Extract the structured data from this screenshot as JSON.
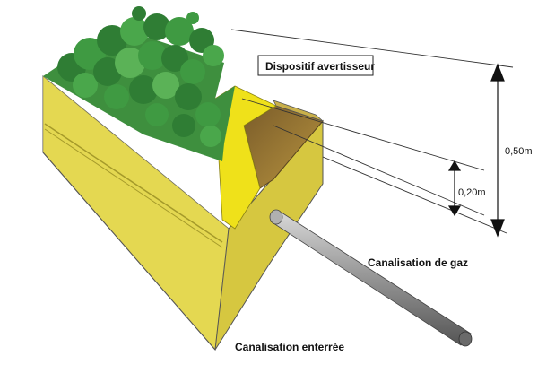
{
  "labels": {
    "warning_device": "Dispositif avertisseur",
    "gas_pipe": "Canalisation de gaz",
    "buried_pipe": "Canalisation enterrée",
    "depth_total": "0,50m",
    "depth_warning": "0,20m"
  },
  "colors": {
    "soil_front": "#e4d84e",
    "soil_side": "#d2c43a",
    "soil_light": "#f1e96a",
    "grating": "#efe11a",
    "trench_wall": "#9a7a3a",
    "grass_dark": "#2f7d34",
    "grass_mid": "#3f9a42",
    "grass_light": "#5bb257",
    "pipe": "#8c8c8c",
    "line": "#333333"
  }
}
